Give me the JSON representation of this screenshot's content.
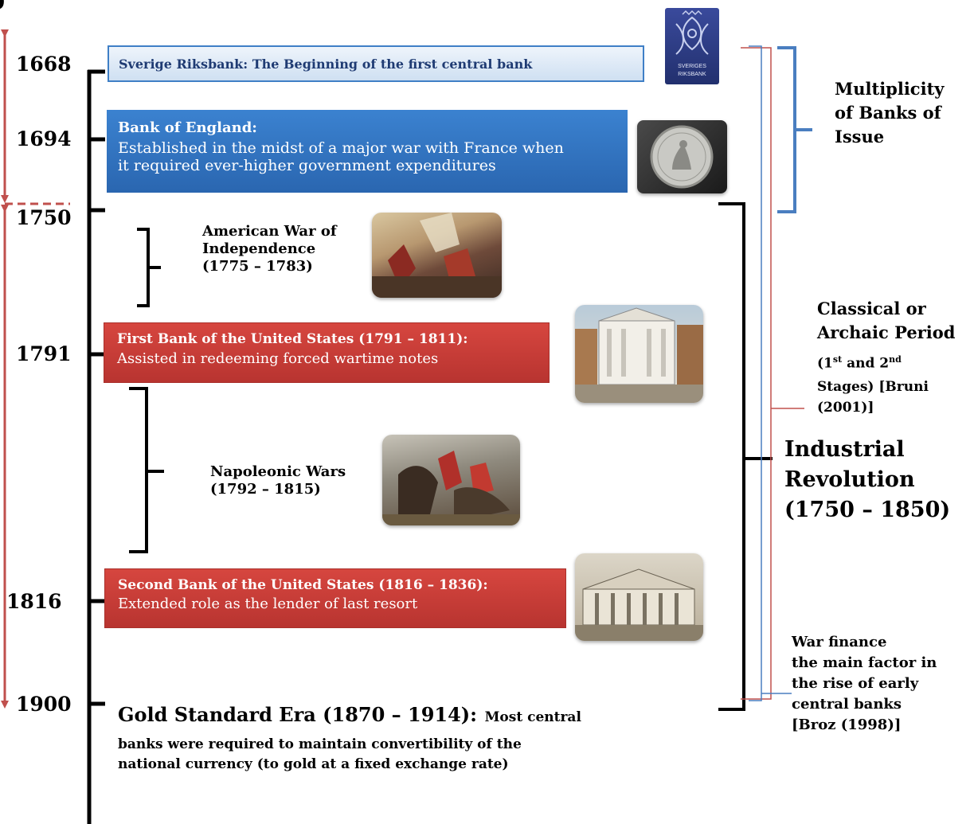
{
  "years": [
    "1668",
    "1694",
    "1750",
    "1791",
    "1816",
    "1900"
  ],
  "riksbank": {
    "title": "Sverige Riksbank: The Beginning of the first central bank",
    "logo_text_1": "SVERIGES",
    "logo_text_2": "RIKSBANK"
  },
  "bank_of_england": {
    "title": "Bank of England:",
    "desc_1": "Established in the midst of  a major war with  France when",
    "desc_2": "it required ever-higher government expenditures"
  },
  "american_war": {
    "l1": "American War of",
    "l2": "Independence",
    "l3": "(1775 – 1783)"
  },
  "first_bank": {
    "title": "First Bank of the United States (1791 – 1811):",
    "desc": "Assisted in redeeming forced wartime notes"
  },
  "napoleonic": {
    "l1": "Napoleonic Wars",
    "l2": "(1792 – 1815)"
  },
  "second_bank": {
    "title": "Second Bank of the United States (1816 – 1836):",
    "desc": "Extended role as the lender of last resort"
  },
  "gold": {
    "title": "Gold Standard Era (1870  – 1914):",
    "desc_1": "Most central",
    "desc_2": "banks were required to maintain  convertibility of the",
    "desc_3": "national currency  (to gold at a fixed exchange rate)"
  },
  "multiplicity": {
    "l1": "Multiplicity",
    "l2": "of Banks of",
    "l3": "Issue"
  },
  "classical": {
    "l1": "Classical or",
    "l2": "Archaic Period",
    "l3a": "(1",
    "l3sup1": "st",
    "l3b": " and 2",
    "l3sup2": "nd",
    "l4": "Stages) [Bruni",
    "l5": "(2001)]"
  },
  "industrial": {
    "l1": "Industrial",
    "l2": "Revolution",
    "l3": "(1750  – 1850)"
  },
  "war_finance": {
    "l1": "War finance",
    "l2": "the main factor in",
    "l3": "the rise of early",
    "l4": "central banks",
    "l5": "[Broz (1998)]"
  },
  "colors": {
    "red_box": "#c43c37",
    "blue_box": "#2e75c5",
    "light_blue_box": "#dfeaf6",
    "arrow_red": "#c0504d",
    "bracket_blue": "#4a7ec0"
  }
}
